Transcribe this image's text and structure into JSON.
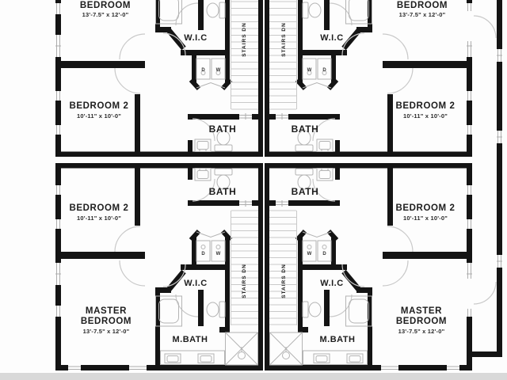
{
  "image": {
    "type": "architectural floor plan (duplex upper level, two mirrored plans)",
    "background": "#ffffff",
    "letterbox_bottom_color": "#d9d9d9"
  },
  "palette": {
    "wall": "#141414",
    "fixture_line": "#b4b4b4",
    "tread_line": "#c9c9c9",
    "door_arc": "#c9c9c9",
    "text": "#1d1d1d"
  },
  "labels": {
    "bedroom": "BEDROOM",
    "bedroom_dims": "13'-7.5\" x 12'-0\"",
    "bedroom2": "BEDROOM 2",
    "bedroom2_dims": "10'-11\" x 10'-0\"",
    "master_line1": "MASTER",
    "master_line2": "BEDROOM",
    "master_dims": "13'-7.5\" x 12'-0\"",
    "wic": "W.I.C",
    "bath": "BATH",
    "mbath": "M.BATH",
    "stairs": "STAIRS DN",
    "washer": "W",
    "dryer": "D"
  }
}
